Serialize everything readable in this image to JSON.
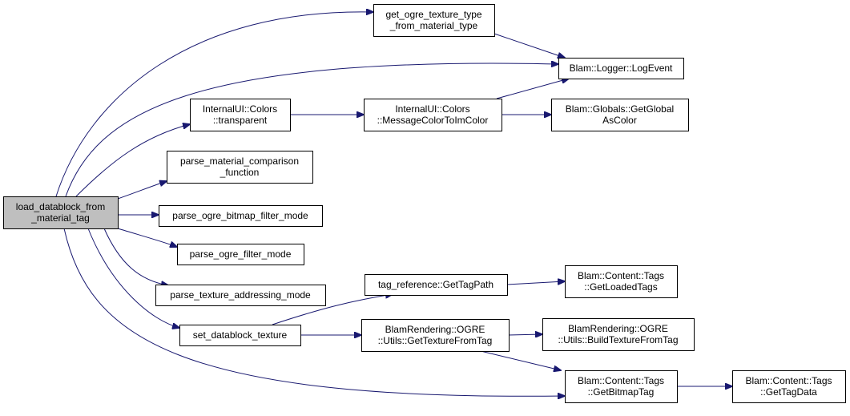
{
  "colors": {
    "edge": "#191970",
    "node_fill": "#ffffff",
    "root_fill": "#bfbfbf",
    "border": "#000000"
  },
  "nodes": [
    {
      "id": "root",
      "lines": [
        "load_datablock_from",
        "_material_tag"
      ]
    },
    {
      "id": "get_ogre_texture_type",
      "lines": [
        "get_ogre_texture_type",
        "_from_material_type"
      ]
    },
    {
      "id": "logger",
      "lines": [
        "Blam::Logger::LogEvent"
      ]
    },
    {
      "id": "transparent",
      "lines": [
        "InternalUI::Colors",
        "::transparent"
      ]
    },
    {
      "id": "msgcolor",
      "lines": [
        "InternalUI::Colors",
        "::MessageColorToImColor"
      ]
    },
    {
      "id": "getglobal",
      "lines": [
        "Blam::Globals::GetGlobal",
        "AsColor"
      ]
    },
    {
      "id": "parse_cmp",
      "lines": [
        "parse_material_comparison",
        "_function"
      ]
    },
    {
      "id": "parse_bitmap",
      "lines": [
        "parse_ogre_bitmap_filter_mode"
      ]
    },
    {
      "id": "parse_filter",
      "lines": [
        "parse_ogre_filter_mode"
      ]
    },
    {
      "id": "parse_addr",
      "lines": [
        "parse_texture_addressing_mode"
      ]
    },
    {
      "id": "set_tex",
      "lines": [
        "set_datablock_texture"
      ]
    },
    {
      "id": "tagpath",
      "lines": [
        "tag_reference::GetTagPath"
      ]
    },
    {
      "id": "loadedtags",
      "lines": [
        "Blam::Content::Tags",
        "::GetLoadedTags"
      ]
    },
    {
      "id": "gettexfromtag",
      "lines": [
        "BlamRendering::OGRE",
        "::Utils::GetTextureFromTag"
      ]
    },
    {
      "id": "buildtex",
      "lines": [
        "BlamRendering::OGRE",
        "::Utils::BuildTextureFromTag"
      ]
    },
    {
      "id": "bitmaptag",
      "lines": [
        "Blam::Content::Tags",
        "::GetBitmapTag"
      ]
    },
    {
      "id": "tagdata",
      "lines": [
        "Blam::Content::Tags",
        "::GetTagData"
      ]
    }
  ],
  "edges": [
    [
      "root",
      "get_ogre_texture_type"
    ],
    [
      "root",
      "logger"
    ],
    [
      "root",
      "transparent"
    ],
    [
      "root",
      "parse_cmp"
    ],
    [
      "root",
      "parse_bitmap"
    ],
    [
      "root",
      "parse_filter"
    ],
    [
      "root",
      "parse_addr"
    ],
    [
      "root",
      "set_tex"
    ],
    [
      "root",
      "bitmaptag"
    ],
    [
      "get_ogre_texture_type",
      "logger"
    ],
    [
      "transparent",
      "msgcolor"
    ],
    [
      "msgcolor",
      "logger"
    ],
    [
      "msgcolor",
      "getglobal"
    ],
    [
      "set_tex",
      "tagpath"
    ],
    [
      "set_tex",
      "gettexfromtag"
    ],
    [
      "tagpath",
      "loadedtags"
    ],
    [
      "gettexfromtag",
      "buildtex"
    ],
    [
      "gettexfromtag",
      "bitmaptag"
    ],
    [
      "bitmaptag",
      "tagdata"
    ]
  ]
}
